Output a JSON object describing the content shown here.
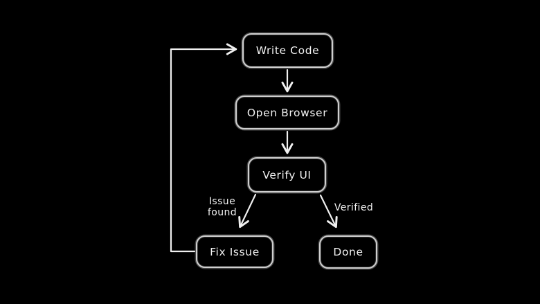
{
  "diagram": {
    "background_color": "#000000",
    "stroke_color": "#cfcfcf",
    "arrow_color": "#f0f0f0",
    "text_color": "#f2f2f2",
    "nodes": [
      {
        "id": "write-code",
        "label": "Write Code"
      },
      {
        "id": "open-browser",
        "label": "Open Browser"
      },
      {
        "id": "verify-ui",
        "label": "Verify UI"
      },
      {
        "id": "fix-issue",
        "label": "Fix Issue"
      },
      {
        "id": "done",
        "label": "Done"
      }
    ],
    "edges": [
      {
        "from": "Write Code",
        "to": "Open Browser",
        "label": ""
      },
      {
        "from": "Open Browser",
        "to": "Verify UI",
        "label": ""
      },
      {
        "from": "Verify UI",
        "to": "Fix Issue",
        "label": "Issue found"
      },
      {
        "from": "Verify UI",
        "to": "Done",
        "label": "Verified"
      },
      {
        "from": "Fix Issue",
        "to": "Write Code",
        "label": ""
      }
    ],
    "edge_labels": {
      "issue_line1": "Issue",
      "issue_line2": "found",
      "verified": "Verified"
    }
  }
}
